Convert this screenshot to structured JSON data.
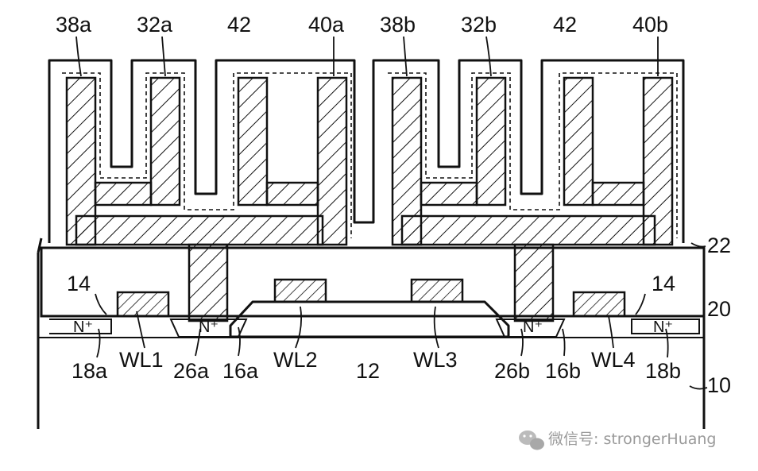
{
  "labels": {
    "l38a": "38a",
    "l32a": "32a",
    "l42_left": "42",
    "l40a": "40a",
    "l38b": "38b",
    "l32b": "32b",
    "l42_right": "42",
    "l40b": "40b",
    "l22": "22",
    "l14_left": "14",
    "l14_right": "14",
    "l20": "20",
    "l18a": "18a",
    "lWL1": "WL1",
    "l26a": "26a",
    "l16a": "16a",
    "lWL2": "WL2",
    "l12": "12",
    "lWL3": "WL3",
    "l26b": "26b",
    "l16b": "16b",
    "lWL4": "WL4",
    "l18b": "18b",
    "l10": "10",
    "np1": "N⁺",
    "np2": "N⁺",
    "np3": "N⁺",
    "np4": "N⁺"
  },
  "watermark": {
    "text": "微信号: strongerHuang",
    "icon": "wechat-icon"
  }
}
